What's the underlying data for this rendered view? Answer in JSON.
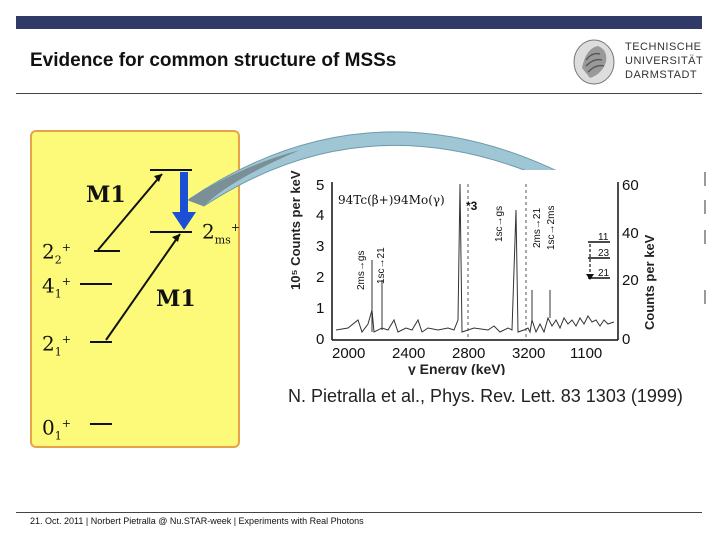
{
  "slide": {
    "title": "Evidence for common structure of MSSs",
    "footer": "21. Oct. 2011  |  Norbert Pietralla @ Nu.STAR-week  |  Experiments with Real Photons"
  },
  "logo": {
    "lines": [
      "TECHNISCHE",
      "UNIVERSITÄT",
      "DARMSTADT"
    ]
  },
  "scheme": {
    "levels": [
      {
        "spin": "2",
        "sub": "2",
        "parity": "+"
      },
      {
        "spin": "4",
        "sub": "1",
        "parity": "+"
      },
      {
        "spin": "2",
        "sub": "1",
        "parity": "+"
      },
      {
        "spin": "0",
        "sub": "1",
        "parity": "+"
      },
      {
        "spin": "2",
        "sub": "ms",
        "parity": "+"
      }
    ],
    "transition_labels": [
      "M1",
      "M1"
    ]
  },
  "spectrum": {
    "reaction": "94Tc(β+)94Mo(γ)",
    "y_left_label": "10⁵ Counts per keV",
    "y_right_label": "Counts per keV",
    "x_label": "γ Energy (keV)",
    "x_ticks": [
      "2000",
      "2400",
      "2800",
      "3200",
      "1100"
    ],
    "y_left_ticks": [
      "0",
      "1",
      "2",
      "3",
      "4",
      "5"
    ],
    "y_right_ticks": [
      "0",
      "20",
      "40",
      "60"
    ],
    "peak_labels": [
      "2ms→gs",
      "1sc→21",
      "*3",
      "1sc→gs",
      "2ms→21",
      "1sc→2ms"
    ],
    "inset_levels": [
      "11",
      "23",
      "21"
    ]
  },
  "citation": "N. Pietralla et al., Phys. Rev. Lett. 83 1303 (1999)",
  "colors": {
    "topbar": "#2f3b66",
    "panel_fill": "#fdfa7a",
    "panel_border": "#e7a24a",
    "arrow_blue": "#1a4fd6",
    "arc_fill": "#9fc6d4"
  }
}
